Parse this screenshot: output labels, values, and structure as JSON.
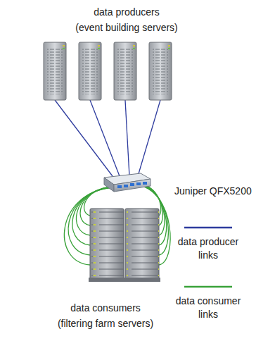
{
  "diagram": {
    "labels": [
      "data producers (event building servers)",
      "Juniper QFX5200",
      "data consumers (filtering farm servers)"
    ],
    "legend": [
      {
        "text": "data producer links"
      },
      {
        "text": "data consumer links"
      }
    ]
  }
}
